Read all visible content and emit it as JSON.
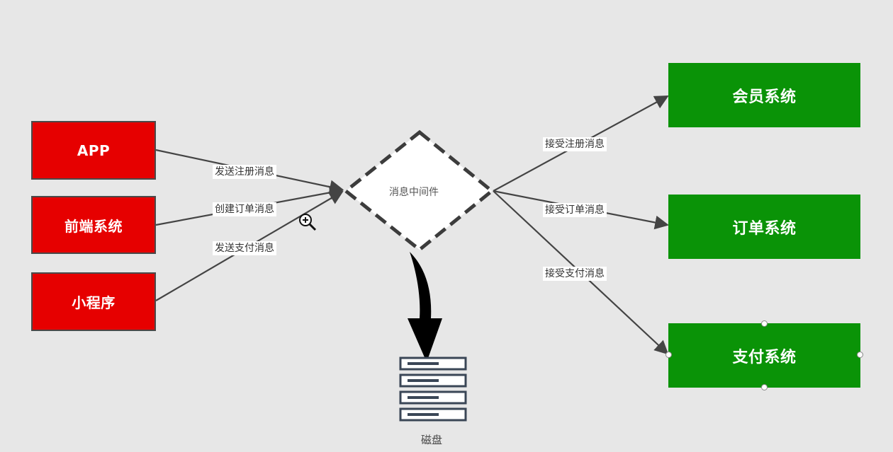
{
  "colors": {
    "producer_fill": "#e60000",
    "consumer_fill": "#0a9307",
    "edge_stroke": "#444444",
    "background": "#e7e7e7"
  },
  "producers": [
    {
      "id": "app",
      "label": "APP"
    },
    {
      "id": "frontend",
      "label": "前端系统"
    },
    {
      "id": "miniprogram",
      "label": "小程序"
    }
  ],
  "middleware": {
    "label": "消息中间件"
  },
  "consumers": [
    {
      "id": "member",
      "label": "会员系统"
    },
    {
      "id": "order",
      "label": "订单系统"
    },
    {
      "id": "payment",
      "label": "支付系统"
    }
  ],
  "edges_in": [
    {
      "label": "发送注册消息"
    },
    {
      "label": "创建订单消息"
    },
    {
      "label": "发送支付消息"
    }
  ],
  "edges_out": [
    {
      "label": "接受注册消息"
    },
    {
      "label": "接受订单消息"
    },
    {
      "label": "接受支付消息"
    }
  ],
  "disk": {
    "label": "磁盘",
    "icon": "server-disk-icon"
  },
  "cursor": {
    "icon": "zoom-in-cursor-icon"
  }
}
